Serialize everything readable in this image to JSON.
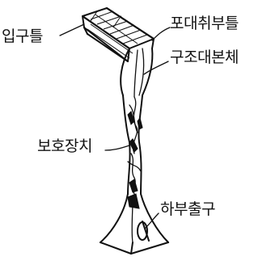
{
  "labels": {
    "inlet_frame": "입구틀",
    "bag_mount_frame": "포대취부틀",
    "main_body": "구조대본체",
    "protection_device": "보호장치",
    "lower_outlet": "하부출구"
  }
}
